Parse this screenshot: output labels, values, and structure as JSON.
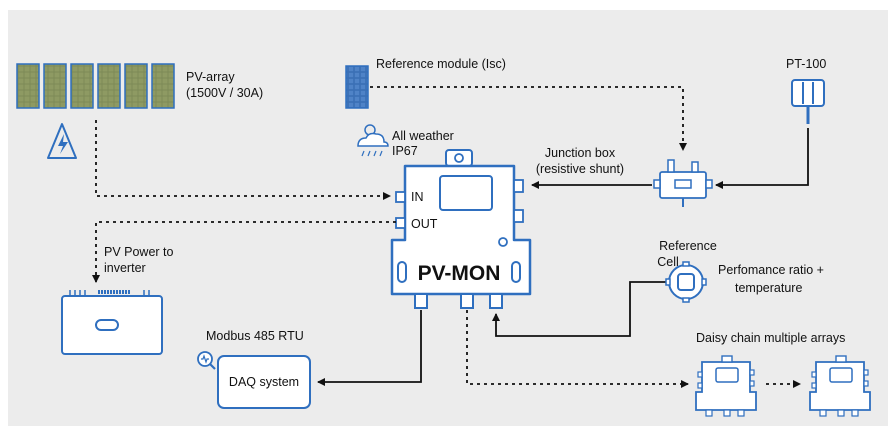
{
  "labels": {
    "pv_array_line1": "PV-array",
    "pv_array_line2": "(1500V / 30A)",
    "reference_module": "Reference module (Isc)",
    "pt100": "PT-100",
    "all_weather_line1": "All weather",
    "all_weather_line2": "IP67",
    "junction_box_line1": "Junction box",
    "junction_box_line2": "(resistive shunt)",
    "port_in": "IN",
    "port_out": "OUT",
    "device_name": "PV-MON",
    "pv_power_line1": "PV Power to",
    "pv_power_line2": "inverter",
    "reference_cell_line1": "Reference",
    "reference_cell_line2": "Cell",
    "performance_line1": "Perfomance ratio +",
    "performance_line2": "temperature",
    "modbus": "Modbus 485 RTU",
    "daq": "DAQ system",
    "daisy_chain": "Daisy chain multiple arrays"
  },
  "colors": {
    "background": "#ececec",
    "accent_blue": "#2f6fbf",
    "panel_fill": "#7d8a57",
    "line": "#111111"
  },
  "icons": {
    "pv_array": "solar-panel-icon",
    "warning": "high-voltage-warning-icon",
    "reference_module": "solar-module-icon",
    "pt100": "temperature-sensor-icon",
    "weather": "cloud-sun-rain-icon",
    "junction_box": "junction-box-icon",
    "device": "pv-mon-device-icon",
    "inverter": "inverter-icon",
    "reference_cell": "reference-cell-icon",
    "daq_search": "magnifier-icon",
    "daisy_device": "pv-mon-mini-icon"
  }
}
